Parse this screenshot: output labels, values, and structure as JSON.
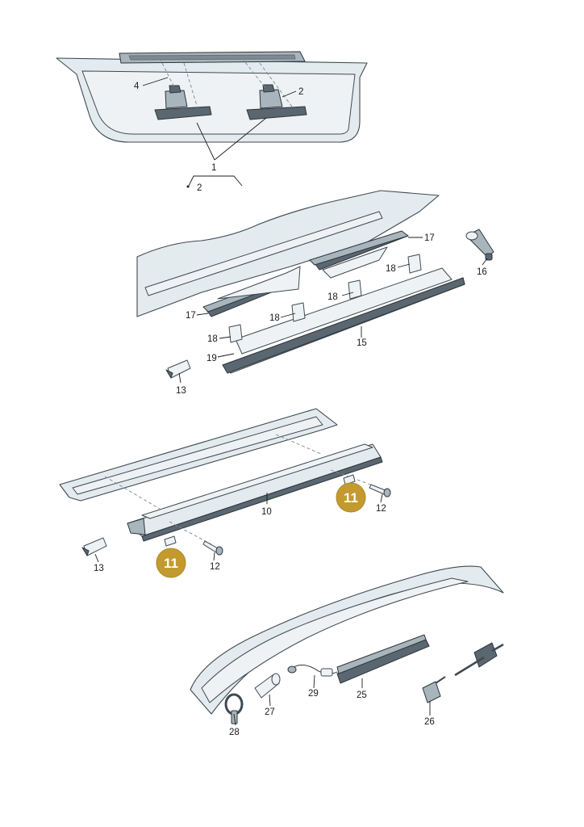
{
  "callouts": {
    "c1": "1",
    "c2a": "2",
    "c2b": "2",
    "c4": "4",
    "c10": "10",
    "c11a": "11",
    "c11b": "11",
    "c12a": "12",
    "c12b": "12",
    "c13a": "13",
    "c13b": "13",
    "c15": "15",
    "c16": "16",
    "c17a": "17",
    "c17b": "17",
    "c18a": "18",
    "c18b": "18",
    "c18c": "18",
    "c18d": "18",
    "c19": "19",
    "c25": "25",
    "c26": "26",
    "c27": "27",
    "c28": "28",
    "c29": "29"
  },
  "colors": {
    "badge": "#c39a2f",
    "part_fill": "#e4ebef",
    "outline": "#3f4a52"
  }
}
